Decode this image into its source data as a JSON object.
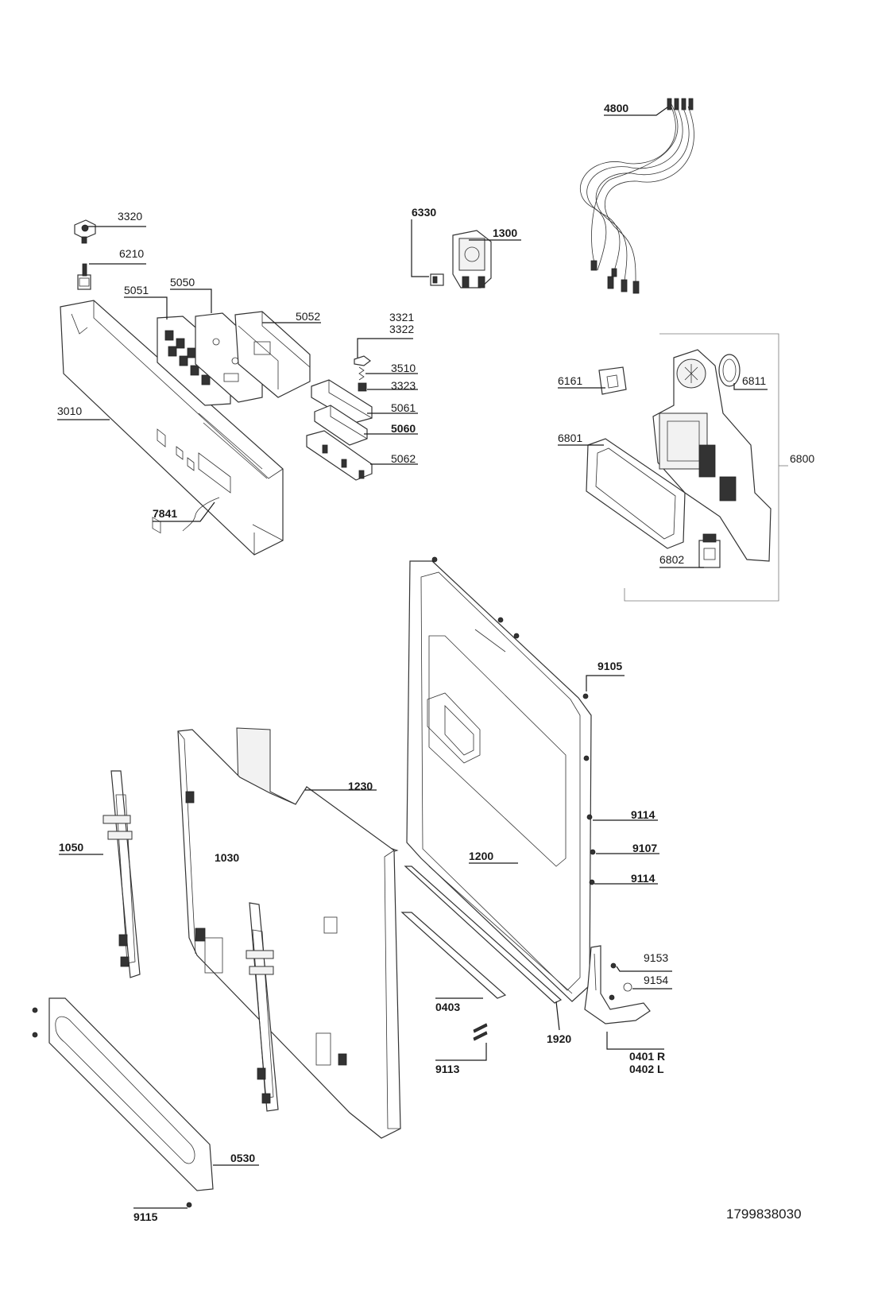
{
  "document_number": "1799838030",
  "labels": {
    "4800": "4800",
    "6330": "6330",
    "1300": "1300",
    "3320": "3320",
    "6210": "6210",
    "5051": "5051",
    "5050": "5050",
    "5052": "5052",
    "3321": "3321",
    "3322": "3322",
    "3510": "3510",
    "3323": "3323",
    "5061": "5061",
    "5060": "5060",
    "5062": "5062",
    "3010": "3010",
    "7841": "7841",
    "6161": "6161",
    "6811": "6811",
    "6801": "6801",
    "6800": "6800",
    "6802": "6802",
    "9105": "9105",
    "1230": "1230",
    "1050": "1050",
    "1030": "1030",
    "1200": "1200",
    "9114a": "9114",
    "9107": "9107",
    "9114b": "9114",
    "9153": "9153",
    "9154": "9154",
    "0403": "0403",
    "1920": "1920",
    "9113": "9113",
    "0401": "0401 R",
    "0402": "0402 L",
    "0530": "0530",
    "9115": "9115"
  }
}
